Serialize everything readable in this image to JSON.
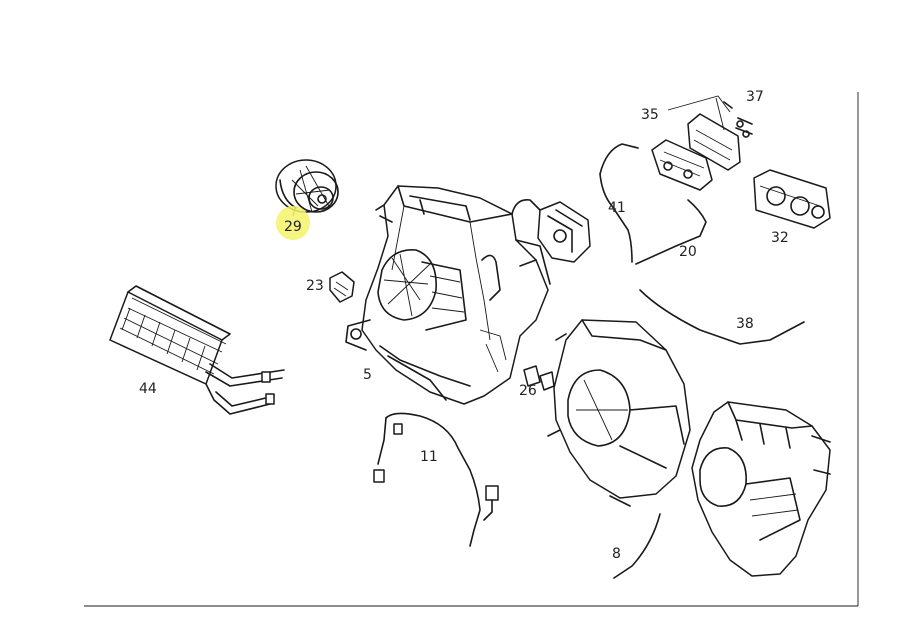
{
  "diagram": {
    "highlight_color": "#f5f36a",
    "labels": {
      "p29": "29",
      "p37": "37",
      "p35": "35",
      "p41": "41",
      "p32": "32",
      "p20": "20",
      "p23": "23",
      "p38": "38",
      "p44": "44",
      "p5": "5",
      "p26": "26",
      "p11": "11",
      "p8": "8"
    }
  }
}
